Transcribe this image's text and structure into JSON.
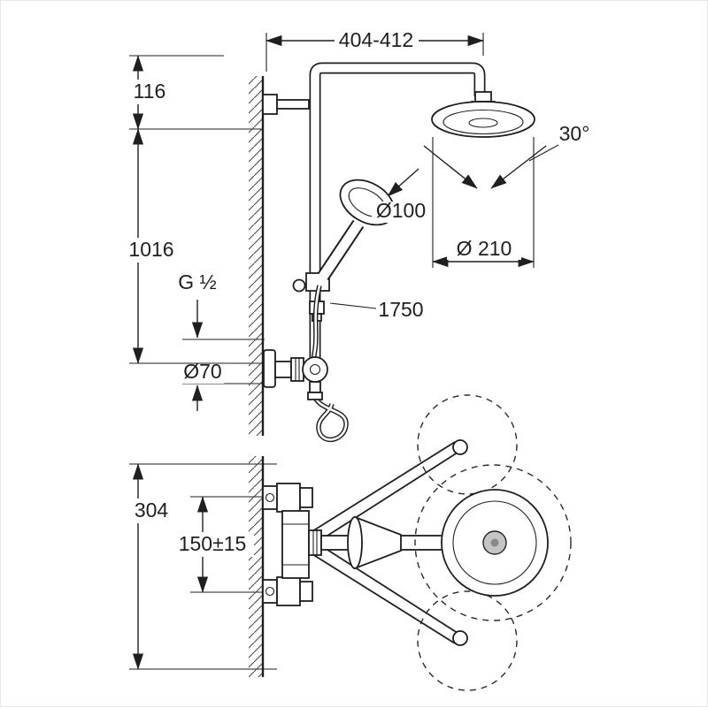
{
  "dims": {
    "top_width": "404-412",
    "arm_offset": "116",
    "pipe_height": "1016",
    "head_tilt_angle": "30°",
    "hand_shower_diameter": "Ø100",
    "head_shower_diameter": "Ø 210",
    "thread_size": "G ½",
    "hose_length": "1750",
    "escutcheon_diameter": "Ø70",
    "lower_view_height": "304",
    "supply_centers": "150±15"
  },
  "colors": {
    "line": "#1f1f1f",
    "hatch": "#4a4a4a",
    "hub_gray": "#c4c4c4"
  }
}
